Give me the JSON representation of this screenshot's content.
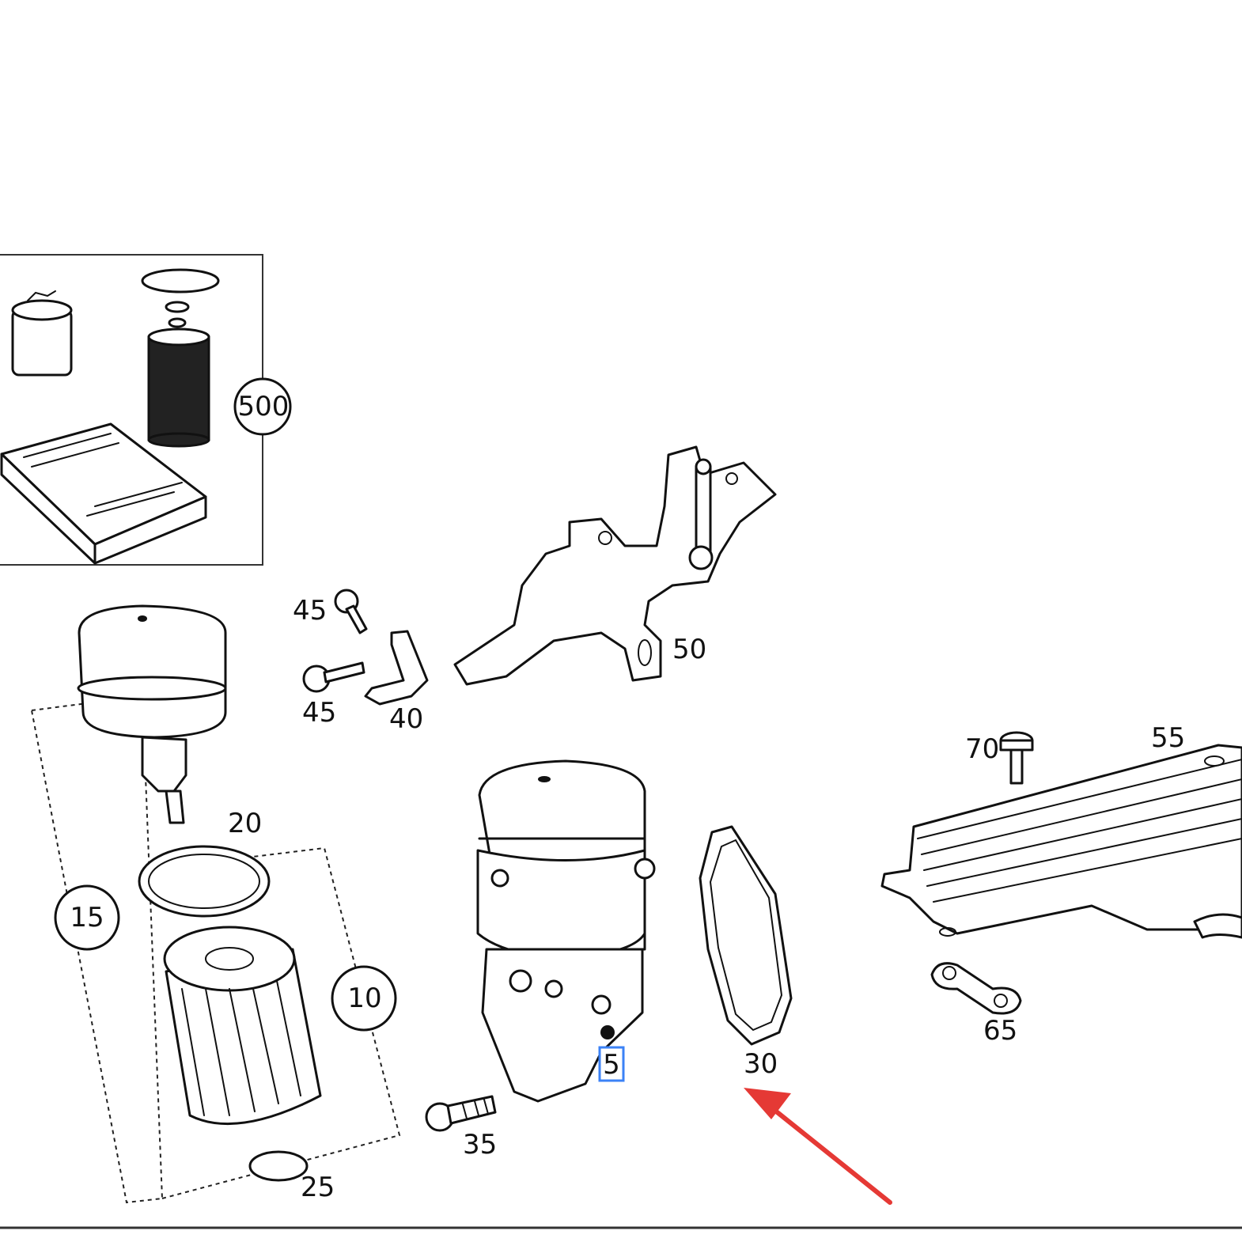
{
  "colors": {
    "line": "#111111",
    "arrow": "#e53935",
    "highlight_box": "#3b82f6",
    "background": "#ffffff"
  },
  "labels": {
    "p500": "500",
    "p45a": "45",
    "p45b": "45",
    "p40": "40",
    "p50": "50",
    "p70": "70",
    "p55": "55",
    "p20": "20",
    "p15": "15",
    "p10": "10",
    "p5": "5",
    "p30": "30",
    "p65": "65",
    "p35": "35",
    "p25": "25"
  }
}
